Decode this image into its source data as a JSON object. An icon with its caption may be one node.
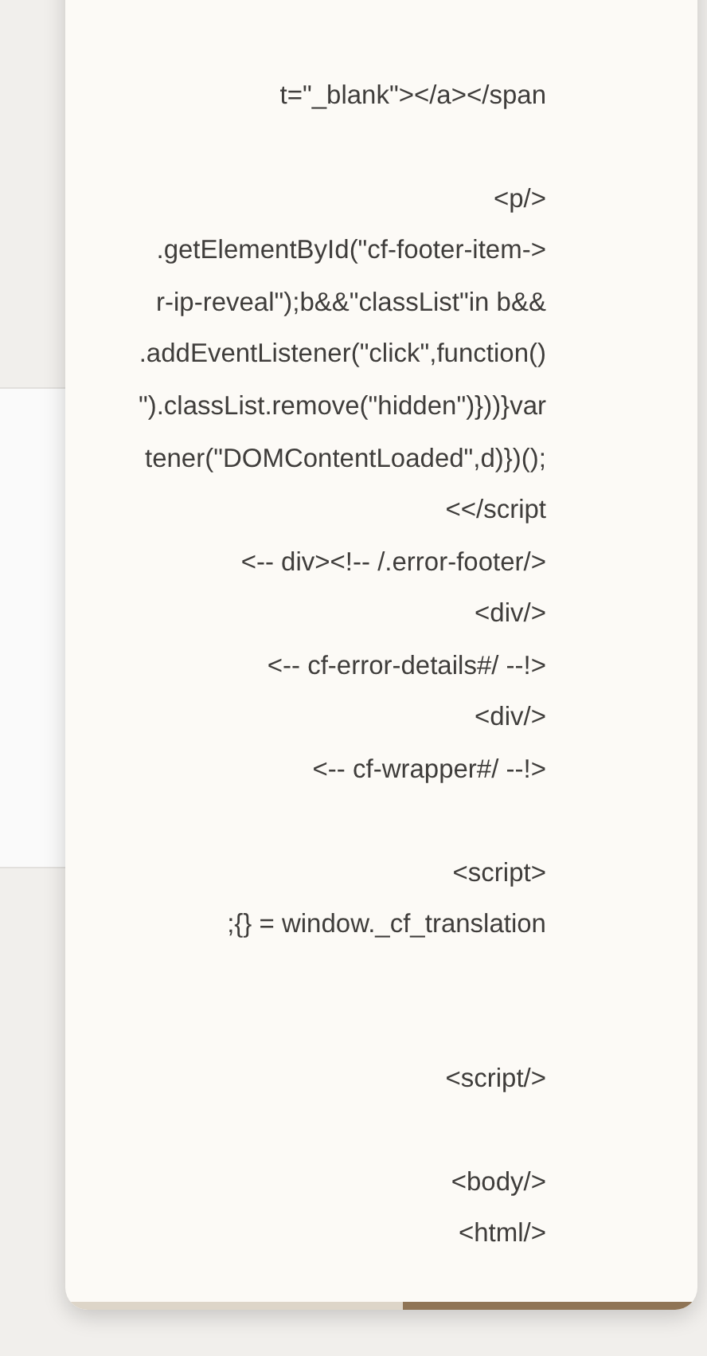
{
  "diagram": {
    "labels": [
      "t=\"_blank\"></a></span",
      "<p/>",
      ".getElementById(\"cf-footer-item->",
      "r-ip-reveal\");b&&\"classList\"in b&&",
      ".addEventListener(\"click\",function()",
      "\").classList.remove(\"hidden\")}))}var",
      "tener(\"DOMContentLoaded\",d)})();",
      "<</script",
      "<-- div><!-- /.error-footer/>",
      "<div/>",
      "<-- cf-error-details#/ --!>",
      "<div/>",
      "<-- cf-wrapper#/ --!>",
      "<script>",
      ";{} = window._cf_translation",
      "<script/>",
      "<body/>",
      "<html/>"
    ]
  }
}
